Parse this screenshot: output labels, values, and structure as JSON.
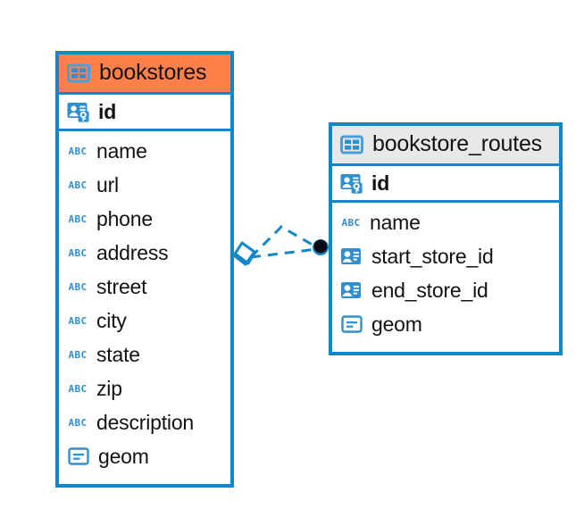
{
  "diagram": {
    "type": "entity-relationship-diagram",
    "background": "#ffffff",
    "accent_blue": "#1287c8",
    "accent_orange": "#ff8049",
    "header_gray": "#e8e8e8",
    "text_color": "#121212"
  },
  "entities": [
    {
      "name": "bookstores",
      "header_color": "#ff8049",
      "table_icon": "table-grid-icon",
      "primary_key": {
        "label": "id",
        "icon": "primary-key-icon"
      },
      "fields": [
        {
          "label": "name",
          "icon": "abc-text-icon"
        },
        {
          "label": "url",
          "icon": "abc-text-icon"
        },
        {
          "label": "phone",
          "icon": "abc-text-icon"
        },
        {
          "label": "address",
          "icon": "abc-text-icon"
        },
        {
          "label": "street",
          "icon": "abc-text-icon"
        },
        {
          "label": "city",
          "icon": "abc-text-icon"
        },
        {
          "label": "state",
          "icon": "abc-text-icon"
        },
        {
          "label": "zip",
          "icon": "abc-text-icon"
        },
        {
          "label": "description",
          "icon": "abc-text-icon"
        },
        {
          "label": "geom",
          "icon": "geometry-icon"
        }
      ]
    },
    {
      "name": "bookstore_routes",
      "header_color": "#e8e8e8",
      "table_icon": "table-grid-icon",
      "primary_key": {
        "label": "id",
        "icon": "primary-key-icon"
      },
      "fields": [
        {
          "label": "name",
          "icon": "abc-text-icon"
        },
        {
          "label": "start_store_id",
          "icon": "foreign-key-icon"
        },
        {
          "label": "end_store_id",
          "icon": "foreign-key-icon"
        },
        {
          "label": "geom",
          "icon": "geometry-icon"
        }
      ]
    }
  ],
  "relationships": [
    {
      "from_entity": "bookstore_routes",
      "from_field": "start_store_id",
      "to_entity": "bookstores",
      "to_field": "id",
      "line_style": "dashed",
      "color": "#1287c8",
      "source_marker": "filled-dot",
      "target_marker": "diamond-crowsfoot"
    },
    {
      "from_entity": "bookstore_routes",
      "from_field": "end_store_id",
      "to_entity": "bookstores",
      "to_field": "id",
      "line_style": "dashed",
      "color": "#1287c8",
      "source_marker": "filled-dot",
      "target_marker": "diamond-crowsfoot"
    }
  ]
}
